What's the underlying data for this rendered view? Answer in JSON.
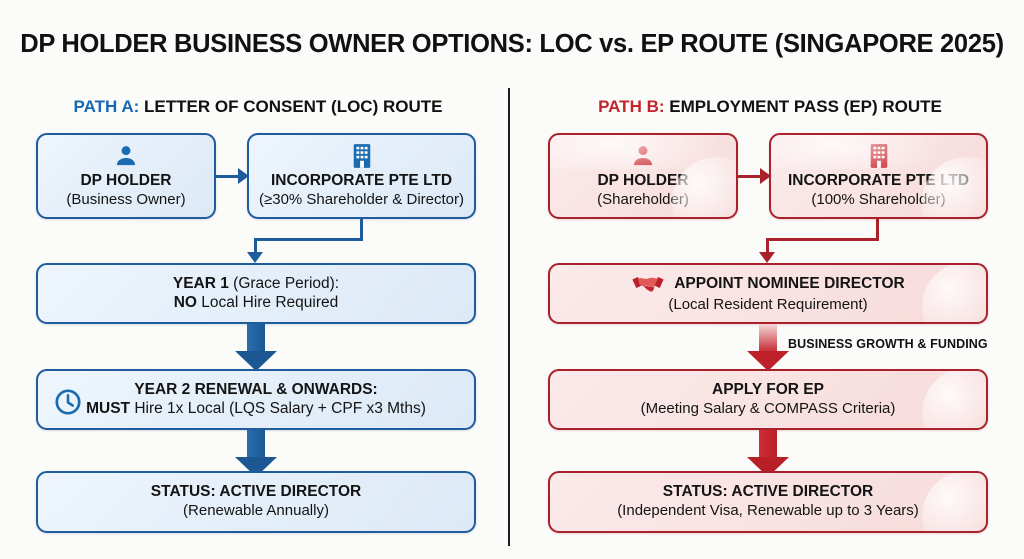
{
  "title": "DP HOLDER BUSINESS OWNER OPTIONS: LOC vs. EP ROUTE (SINGAPORE 2025)",
  "colors": {
    "blue_accent": "#1668b3",
    "blue_border": "#1f5c9e",
    "blue_fill": "#e7f0fa",
    "red_accent": "#c4232b",
    "red_border": "#a9212a",
    "red_fill": "#f9e3e3",
    "text": "#141414",
    "divider": "#1d1d20",
    "background": "#fbfbf9"
  },
  "pathA": {
    "header_accent": "PATH A:",
    "header_rest": " LETTER OF CONSENT (LOC) ROUTE",
    "nodes": [
      {
        "icon": "person-icon",
        "line1": "DP HOLDER",
        "line2": "(Business Owner)"
      },
      {
        "icon": "building-icon",
        "line1": "INCORPORATE PTE LTD",
        "line2": "(≥30% Shareholder & Director)"
      },
      {
        "icon": "none",
        "line1_bold": "YEAR 1",
        "line1_rest": " (Grace Period):",
        "line2_bold": "NO",
        "line2_rest": " Local Hire Required"
      },
      {
        "icon": "clock-icon",
        "line1": "YEAR 2 RENEWAL & ONWARDS:",
        "line2_bold": "MUST",
        "line2_rest": " Hire 1x Local (LQS Salary + CPF x3 Mths)"
      },
      {
        "icon": "none",
        "line1": "STATUS: ACTIVE DIRECTOR",
        "line2": "(Renewable Annually)"
      }
    ]
  },
  "pathB": {
    "header_accent": "PATH B:",
    "header_rest": " EMPLOYMENT PASS (EP) ROUTE",
    "flow_label": "BUSINESS GROWTH & FUNDING",
    "nodes": [
      {
        "icon": "person-icon",
        "line1": "DP HOLDER",
        "line2": "(Shareholder)"
      },
      {
        "icon": "building-icon",
        "line1": "INCORPORATE PTE LTD",
        "line2": "(100% Shareholder)"
      },
      {
        "icon": "handshake-icon",
        "line1": "APPOINT NOMINEE DIRECTOR",
        "line2": "(Local Resident Requirement)"
      },
      {
        "icon": "none",
        "line1": "APPLY FOR EP",
        "line2": "(Meeting Salary & COMPASS Criteria)"
      },
      {
        "icon": "none",
        "line1": "STATUS: ACTIVE DIRECTOR",
        "line2": "(Independent Visa, Renewable up to 3 Years)"
      }
    ]
  }
}
